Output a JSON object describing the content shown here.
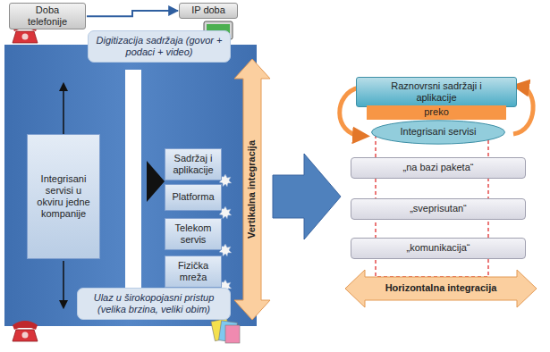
{
  "diagram": {
    "nodes": [
      {
        "text": [
          "Doba telefonije"
        ]
      },
      {
        "text": [
          "IP doba"
        ]
      },
      {
        "text": [
          "Digitizacija sadržaja (govor + podaci + video)"
        ]
      },
      {
        "text": [
          "Integrisani servisi u okviru jedne kompanije"
        ]
      },
      {
        "text": [
          "Sadržaj i aplikacije"
        ]
      },
      {
        "text": [
          "Platforma"
        ]
      },
      {
        "text": [
          "Telekom servis"
        ]
      },
      {
        "text": [
          "Fizička mreža"
        ]
      },
      {
        "text": [
          "Ulaz u širokopojasni pristup (velika brzina, veliki obim)"
        ]
      },
      {
        "text": [
          "Vertikalna integracija"
        ]
      },
      {
        "text": [
          "Raznovrsni sadržaji i aplikacije"
        ]
      },
      {
        "text": [
          "preko"
        ]
      },
      {
        "text": [
          "Integrisani servisi"
        ]
      },
      {
        "text": [
          "„na bazi paketa“"
        ]
      },
      {
        "text": [
          "„sveprisutan“"
        ]
      },
      {
        "text": [
          "„komunikacija“"
        ]
      },
      {
        "text": [
          "Horizontalna integracija"
        ]
      }
    ],
    "edges": [
      {
        "from": 0,
        "to": 1,
        "arrow": "to"
      }
    ]
  }
}
